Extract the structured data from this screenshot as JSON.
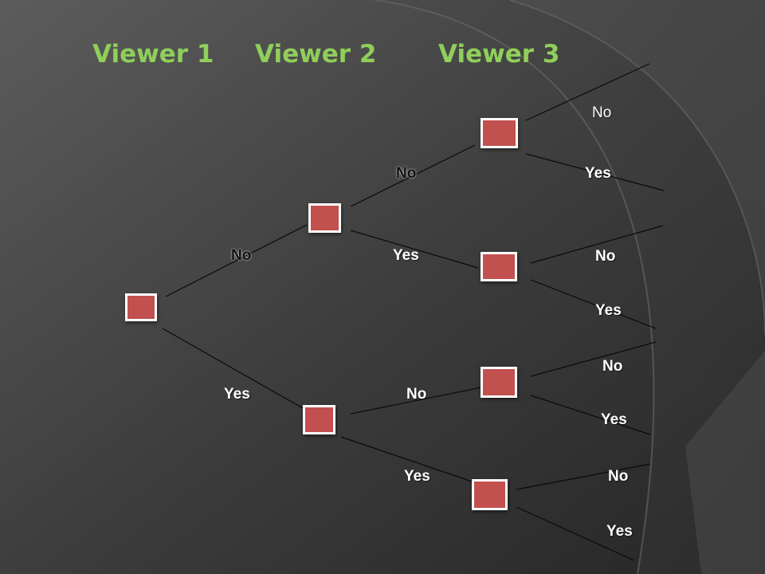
{
  "headers": [
    "Viewer 1",
    "Viewer 2",
    "Viewer 3"
  ],
  "colors": {
    "header_text": "#8fcf5a",
    "node_fill": "#c1504f",
    "node_border": "#ffffff",
    "line": "#0a0a0a",
    "label_text": "#ffffff",
    "background": "#3a3a3a"
  },
  "branch_labels": {
    "v1_no": "No",
    "v1_yes": "Yes",
    "v2a_no": "No",
    "v2a_yes": "Yes",
    "v2b_no": "No",
    "v2b_yes": "Yes",
    "v3a_no": "No",
    "v3a_yes": "Yes",
    "v3b_no": "No",
    "v3b_yes": "Yes",
    "v3c_no": "No",
    "v3c_yes": "Yes",
    "v3d_no": "No",
    "v3d_yes": "Yes"
  }
}
